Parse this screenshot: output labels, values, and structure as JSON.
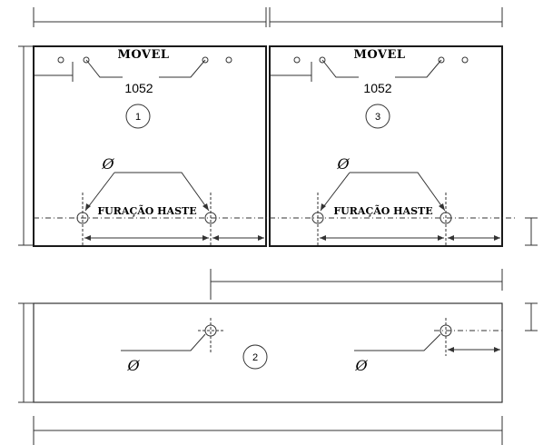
{
  "panels": {
    "panel_1": {
      "title": "MOVEL",
      "dimension": "1052",
      "callout": "1",
      "hole_note": "FURAÇÃO HASTE",
      "diameter_symbol": "Ø"
    },
    "panel_3": {
      "title": "MOVEL",
      "dimension": "1052",
      "callout": "3",
      "hole_note": "FURAÇÃO HASTE",
      "diameter_symbol": "Ø"
    },
    "panel_2": {
      "callout": "2",
      "diameter_symbol_left": "Ø",
      "diameter_symbol_right": "Ø"
    }
  }
}
